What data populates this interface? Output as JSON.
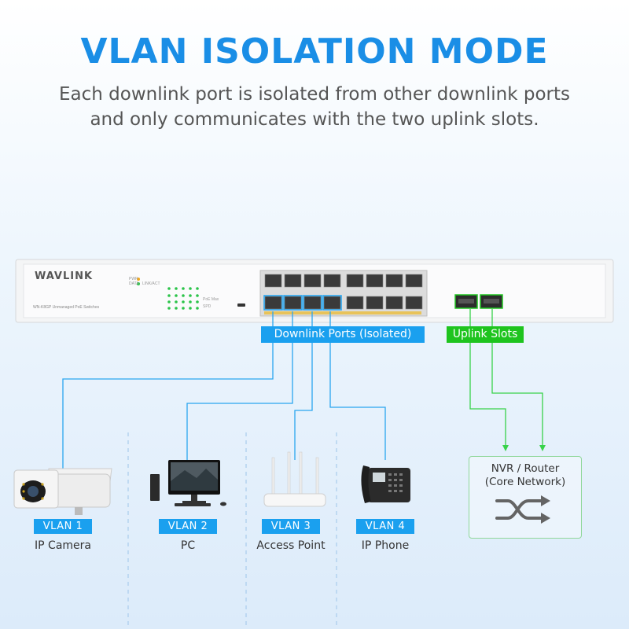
{
  "header": {
    "title": "VLAN ISOLATION MODE",
    "subtitle_line1": "Each downlink port is isolated from other downlink ports",
    "subtitle_line2": "and only communicates with the two uplink slots."
  },
  "switch": {
    "brand": "WAVLINK",
    "model": "WN-K8GP Unmanaged PoE Switches",
    "led_labels": [
      "PWR",
      "DATA",
      "LINK/ACT",
      "PoE Max",
      "SPD"
    ]
  },
  "labels": {
    "downlink": "Downlink Ports (Isolated)",
    "uplink": "Uplink Slots"
  },
  "devices": [
    {
      "vlan": "VLAN 1",
      "name": "IP Camera",
      "icon": "ip-camera-icon"
    },
    {
      "vlan": "VLAN 2",
      "name": "PC",
      "icon": "pc-icon"
    },
    {
      "vlan": "VLAN 3",
      "name": "Access Point",
      "icon": "access-point-icon"
    },
    {
      "vlan": "VLAN 4",
      "name": "IP Phone",
      "icon": "ip-phone-icon"
    }
  ],
  "core": {
    "line1": "NVR / Router",
    "line2": "(Core Network)",
    "icon": "shuffle-icon"
  },
  "colors": {
    "title": "#1a8ee6",
    "downlink_label": "#1aa0ef",
    "uplink_label": "#1ec41e",
    "downlink_line": "#2aa6ef",
    "uplink_line": "#38d24a"
  }
}
